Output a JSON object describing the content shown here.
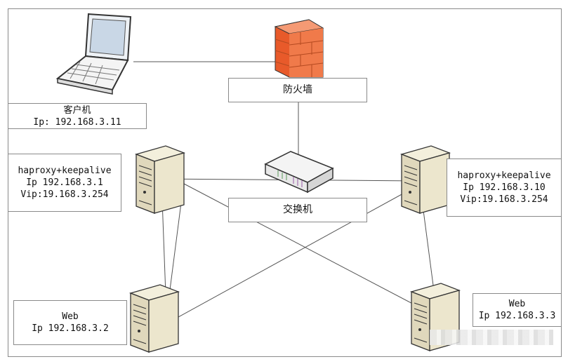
{
  "nodes": {
    "client": {
      "name": "客户机",
      "ip": "Ip: 192.168.3.11"
    },
    "firewall": {
      "name": "防火墙"
    },
    "switch": {
      "name": "交换机"
    },
    "ha_left": {
      "role": "haproxy+keepalive",
      "ip": "Ip 192.168.3.1",
      "vip": "Vip:19.168.3.254"
    },
    "ha_right": {
      "role": "haproxy+keepalive",
      "ip": "Ip 192.168.3.10",
      "vip": "Vip:19.168.3.254"
    },
    "web_left": {
      "role": "Web",
      "ip": "Ip 192.168.3.2"
    },
    "web_right": {
      "role": "Web",
      "ip": "Ip 192.168.3.3"
    }
  },
  "colors": {
    "firewall": "#f07a4a",
    "server": "#e9e2c9",
    "line": "#555555"
  }
}
